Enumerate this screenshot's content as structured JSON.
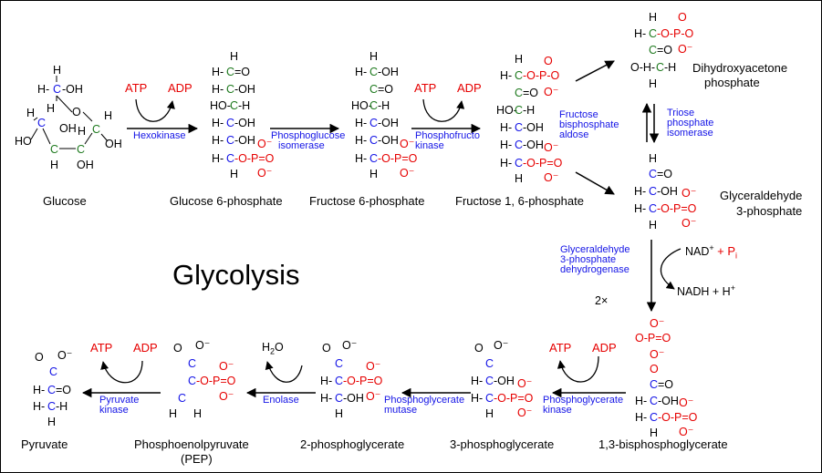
{
  "title": "Glycolysis",
  "molecules": {
    "glucose": "Glucose",
    "g6p": "Glucose 6-phosphate",
    "f6p": "Fructose 6-phosphate",
    "f16bp": "Fructose 1, 6-phosphate",
    "dhap_1": "Dihydroxyacetone",
    "dhap_2": "phosphate",
    "g3p_1": "Glyceraldehyde",
    "g3p_2": "3-phosphate",
    "bpg13": "1,3-bisphosphoglycerate",
    "pg3": "3-phosphoglycerate",
    "pg2": "2-phosphoglycerate",
    "pep_1": "Phosphoenolpyruvate",
    "pep_2": "(PEP)",
    "pyruvate": "Pyruvate"
  },
  "enzymes": {
    "hexokinase": [
      "Hexokinase"
    ],
    "pgi": [
      "Phosphoglucose",
      "isomerase"
    ],
    "pfk": [
      "Phosphofructo",
      "kinase"
    ],
    "aldolase": [
      "Fructose",
      "bisphosphate",
      "aldose"
    ],
    "tpi": [
      "Triose",
      "phosphate",
      "isomerase"
    ],
    "gapdh": [
      "Glyceraldehyde",
      "3-phosphate",
      "dehydrogenase"
    ],
    "pgk": [
      "Phosphoglycerate",
      "kinase"
    ],
    "pgm": [
      "Phosphoglycerate",
      "mutase"
    ],
    "enolase": [
      "Enolase"
    ],
    "pk": [
      "Pyruvate",
      "kinase"
    ]
  },
  "cofactors": {
    "atp": "ATP",
    "adp": "ADP",
    "nad": "NAD",
    "nad_sup": "+",
    "pi_plus": "+ P",
    "pi_sub": "i",
    "nadh": "NADH + H",
    "nadh_sup": "+",
    "h2o": "H",
    "h2o_sub": "2",
    "h2o_end": "O",
    "multiplier": "2×"
  },
  "colors": {
    "carbon_backbone": "#1414e6",
    "carbon_alt": "#1f7a1f",
    "phosphate": "#e60000",
    "enzyme_text": "#1414e6"
  }
}
